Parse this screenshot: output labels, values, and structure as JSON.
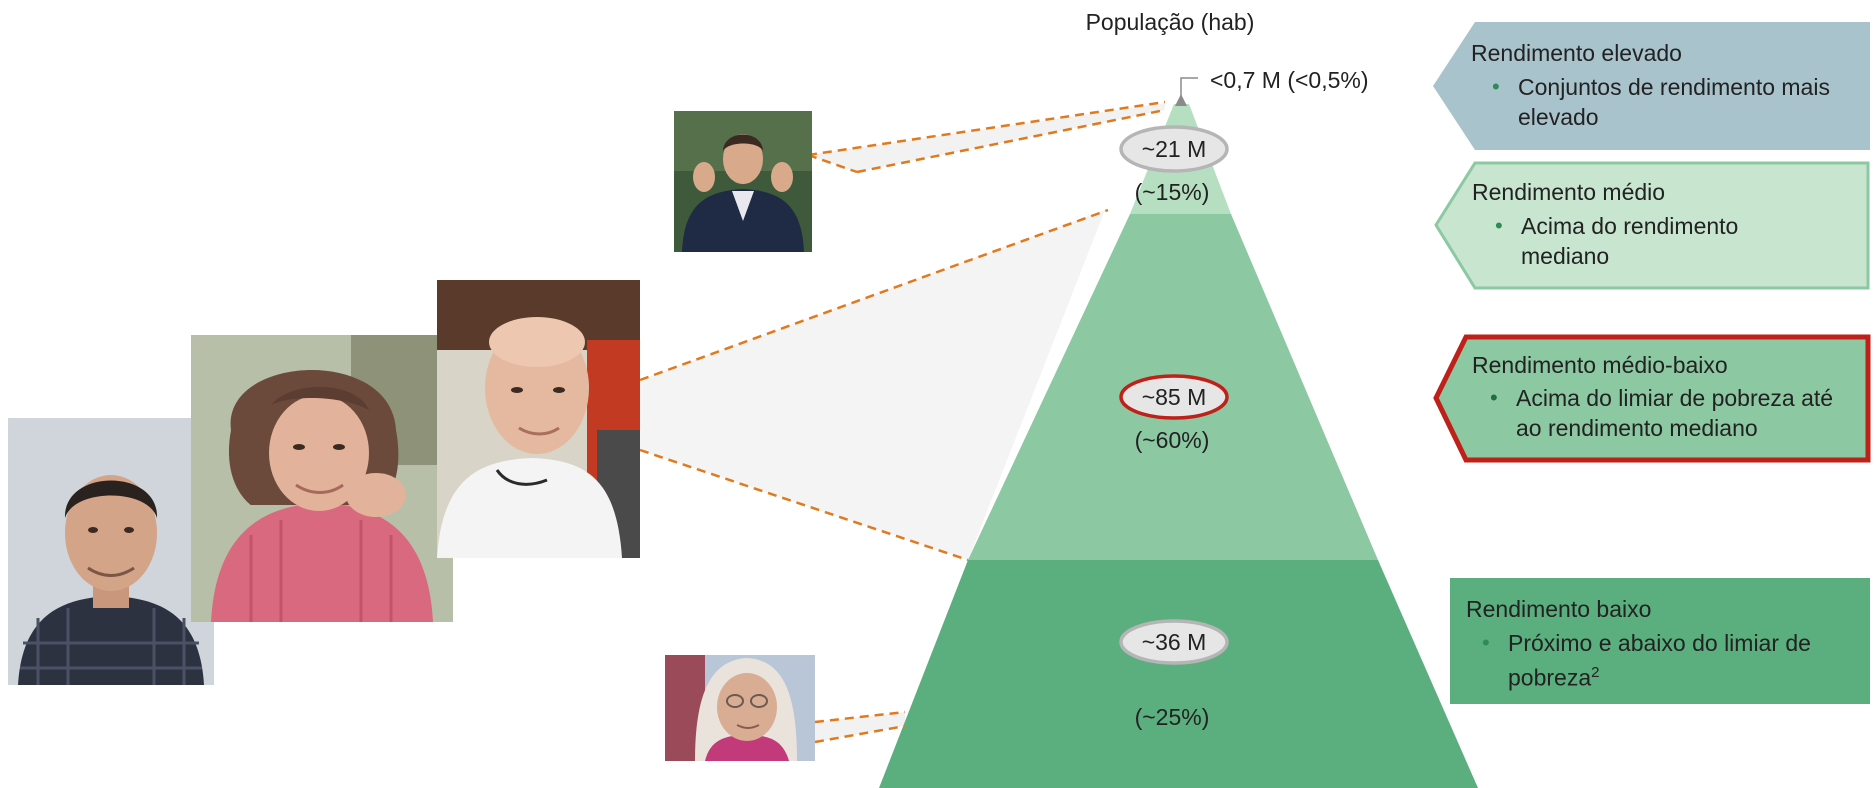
{
  "population_header": "População (hab)",
  "tip_label": "<0,7 M (<0,5%)",
  "tiers": [
    {
      "id": "top",
      "population": "~21 M",
      "share": "(~15%)",
      "fill": "#b6dfc2"
    },
    {
      "id": "middle",
      "population": "~85 M",
      "share": "(~60%)",
      "fill": "#8cc8a1",
      "highlight": "#c0392b"
    },
    {
      "id": "bottom",
      "population": "~36 M",
      "share": "(~25%)",
      "fill": "#5bae7e"
    }
  ],
  "categories": [
    {
      "title": "Rendimento elevado",
      "bullet": "Conjuntos de rendimento mais elevado",
      "fill": "#a8c3cc"
    },
    {
      "title": "Rendimento médio",
      "bullet": "Acima do rendimento mediano",
      "fill": "#c8e6cf"
    },
    {
      "title": "Rendimento médio-baixo",
      "bullet": "Acima do limiar de pobreza até ao rendimento mediano",
      "fill": "#8cc8a1",
      "border": "#c0201a"
    },
    {
      "title": "Rendimento baixo",
      "bullet": "Próximo e abaixo do limiar de pobreza",
      "footnote": "2",
      "fill": "#5bae7e"
    }
  ],
  "colors": {
    "connector": "#e07a1f",
    "ellipse_fill": "#e6e6e6",
    "ellipse_stroke": "#b5b5b5"
  }
}
